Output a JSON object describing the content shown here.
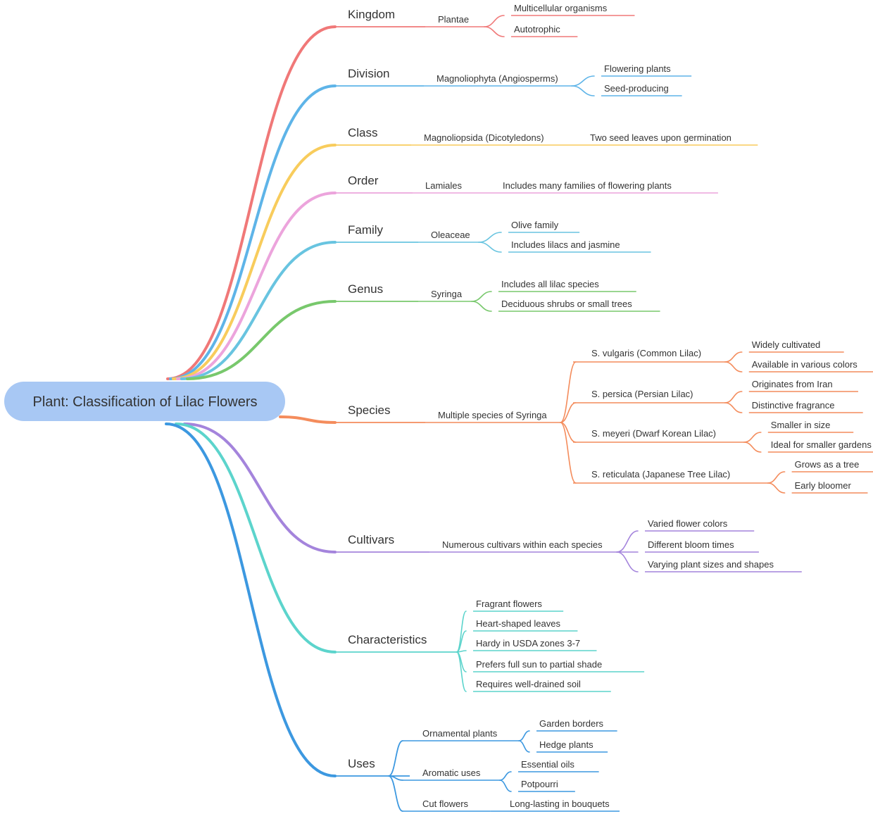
{
  "root": {
    "label": "Plant: Classification of Lilac Flowers",
    "color": "#a8c8f4"
  },
  "branches": [
    {
      "label": "Kingdom",
      "color": "#f07878",
      "children": [
        {
          "label": "Plantae",
          "children": [
            "Multicellular organisms",
            "Autotrophic"
          ]
        }
      ]
    },
    {
      "label": "Division",
      "color": "#5eb4e8",
      "children": [
        {
          "label": "Magnoliophyta (Angiosperms)",
          "children": [
            "Flowering plants",
            "Seed-producing"
          ]
        }
      ]
    },
    {
      "label": "Class",
      "color": "#f8cc5c",
      "children": [
        {
          "label": "Magnoliopsida (Dicotyledons)",
          "children": [
            "Two seed leaves upon germination"
          ]
        }
      ]
    },
    {
      "label": "Order",
      "color": "#eca4dc",
      "children": [
        {
          "label": "Lamiales",
          "children": [
            "Includes many families of flowering plants"
          ]
        }
      ]
    },
    {
      "label": "Family",
      "color": "#68c4e0",
      "children": [
        {
          "label": "Oleaceae",
          "children": [
            "Olive family",
            "Includes lilacs and jasmine"
          ]
        }
      ]
    },
    {
      "label": "Genus",
      "color": "#78c86c",
      "children": [
        {
          "label": "Syringa",
          "children": [
            "Includes all lilac species",
            "Deciduous shrubs or small trees"
          ]
        }
      ]
    },
    {
      "label": "Species",
      "color": "#f48c5c",
      "children": [
        {
          "label": "Multiple species of Syringa",
          "children": [
            {
              "label": "S. vulgaris (Common Lilac)",
              "children": [
                "Widely cultivated",
                "Available in various colors"
              ]
            },
            {
              "label": "S. persica (Persian Lilac)",
              "children": [
                "Originates from Iran",
                "Distinctive fragrance"
              ]
            },
            {
              "label": "S. meyeri (Dwarf Korean Lilac)",
              "children": [
                "Smaller in size",
                "Ideal for smaller gardens"
              ]
            },
            {
              "label": "S. reticulata (Japanese Tree Lilac)",
              "children": [
                "Grows as a tree",
                "Early bloomer"
              ]
            }
          ]
        }
      ]
    },
    {
      "label": "Cultivars",
      "color": "#a484dc",
      "children": [
        {
          "label": "Numerous cultivars within each species",
          "children": [
            "Varied flower colors",
            "Different bloom times",
            "Varying plant sizes and shapes"
          ]
        }
      ]
    },
    {
      "label": "Characteristics",
      "color": "#5cd4cc",
      "children": [
        "Fragrant flowers",
        "Heart-shaped leaves",
        "Hardy in USDA zones 3-7",
        "Prefers full sun to partial shade",
        "Requires well-drained soil"
      ]
    },
    {
      "label": "Uses",
      "color": "#3c98e0",
      "children": [
        {
          "label": "Ornamental plants",
          "children": [
            "Garden borders",
            "Hedge plants"
          ]
        },
        {
          "label": "Aromatic uses",
          "children": [
            "Essential oils",
            "Potpourri"
          ]
        },
        {
          "label": "Cut flowers",
          "children": [
            "Long-lasting in bouquets"
          ]
        }
      ]
    }
  ]
}
